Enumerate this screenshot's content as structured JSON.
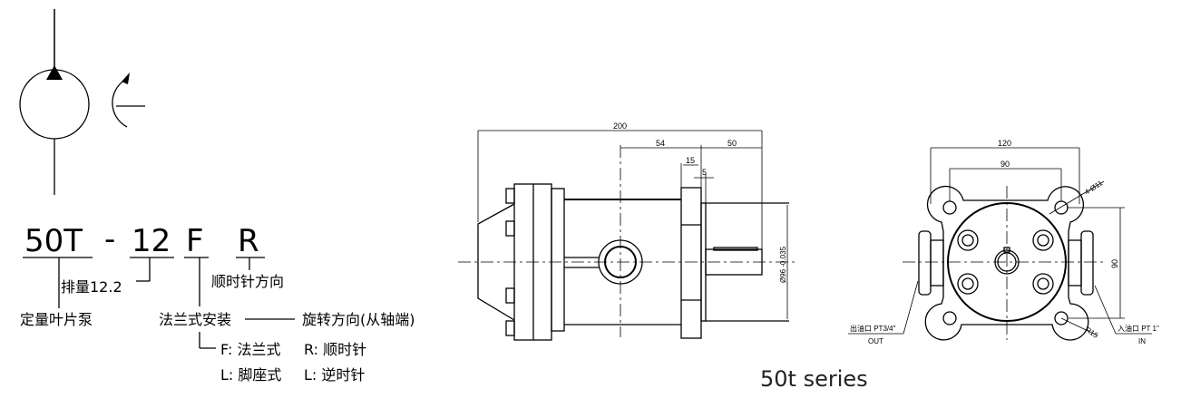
{
  "model_code": {
    "series": "50T",
    "dash": "-",
    "displacement": "12",
    "mounting": "F",
    "rotation": "R"
  },
  "labels": {
    "displacement": "排量12.2",
    "rotation": "顺时针方向",
    "pump_type": "定量叶片泵",
    "mounting": "法兰式安装",
    "rotation_direction": "旋转方向(从轴端)"
  },
  "options": {
    "mount_f": "F: 法兰式",
    "mount_l": "L: 脚座式",
    "rot_r": "R: 顺时针",
    "rot_l": "L: 逆时针"
  },
  "side_view": {
    "total_length": "200",
    "dim_54": "54",
    "dim_50": "50",
    "dim_15": "15",
    "dim_5": "5",
    "pilot_dia": "Ø96 -0.035"
  },
  "front_view": {
    "width": "120",
    "hole_spacing_h": "90",
    "hole_spacing_v": "90",
    "holes": "4-Ø11",
    "radius": "R15",
    "outlet": "出油口 PT3/4\"",
    "outlet_en": "OUT",
    "inlet": "入油口 PT 1\"",
    "inlet_en": "IN"
  },
  "caption": "50t series"
}
